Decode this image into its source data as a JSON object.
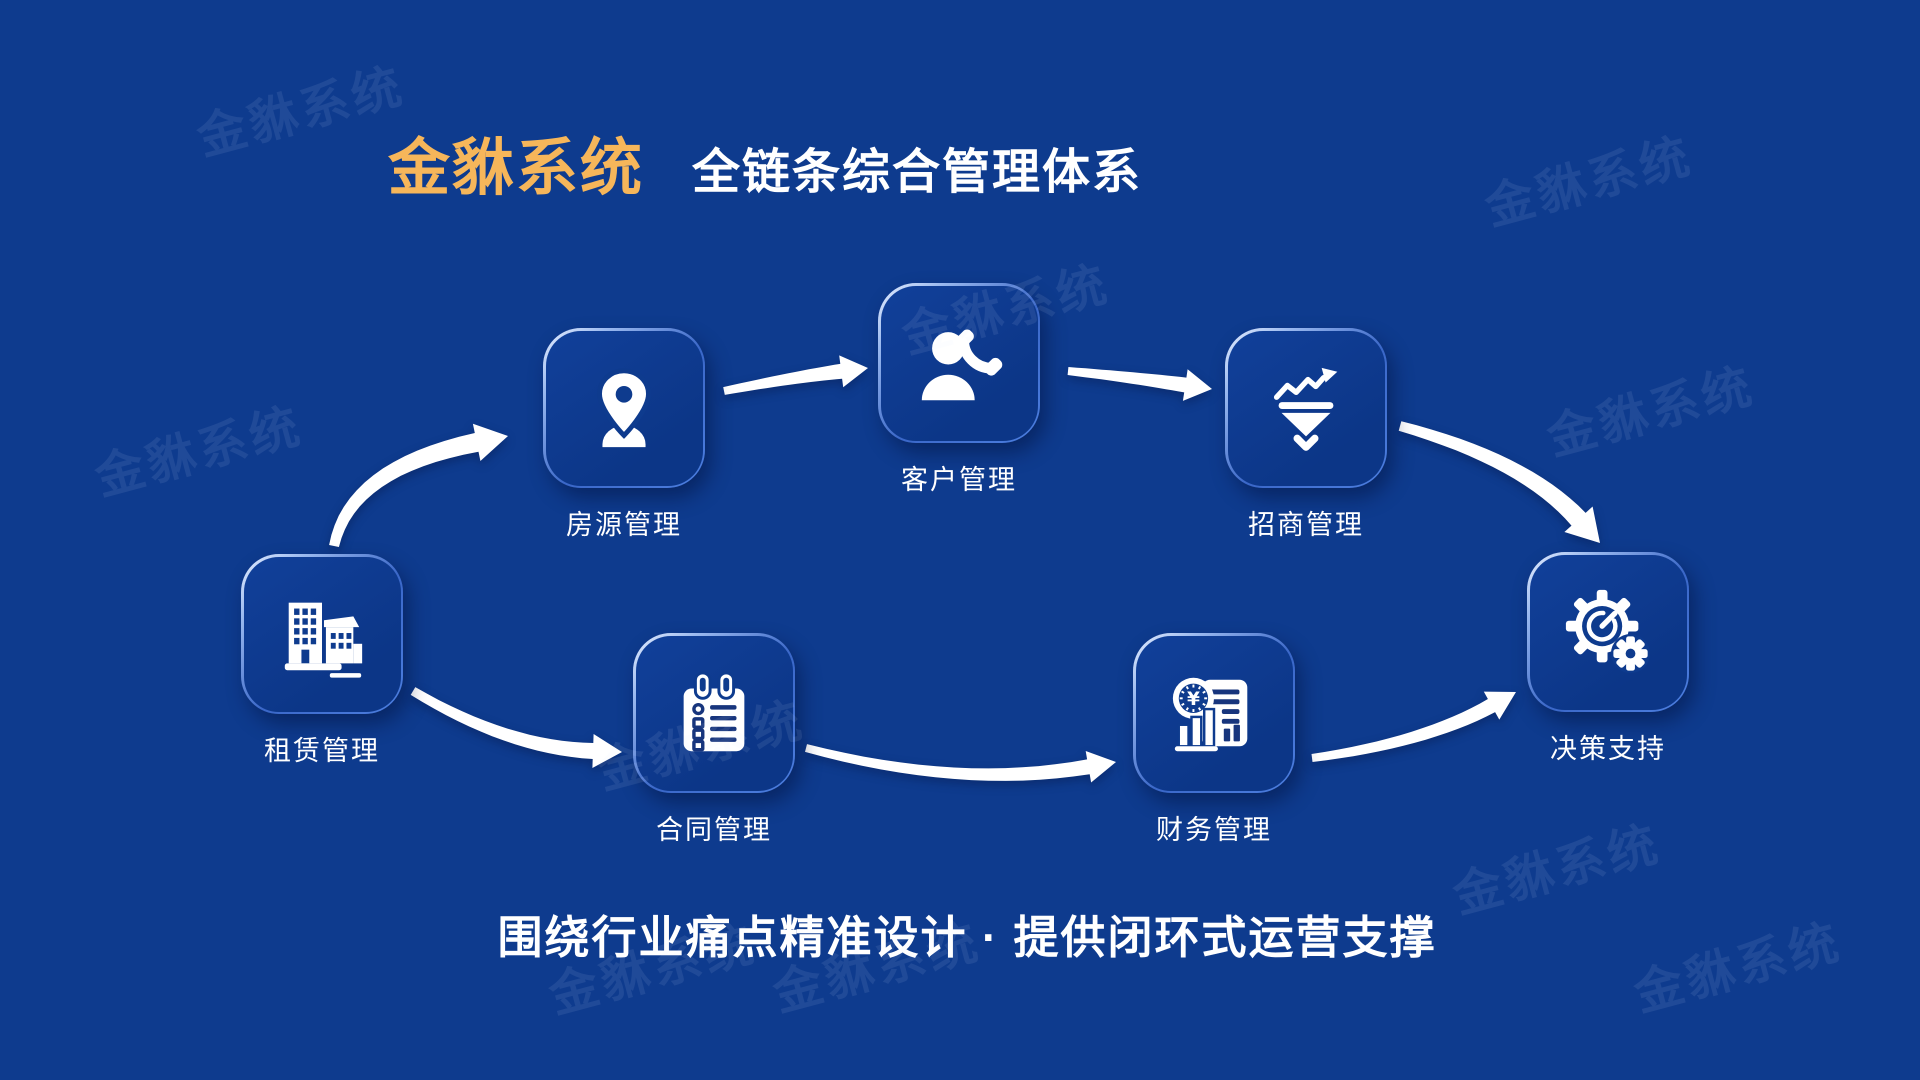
{
  "header": {
    "brand": "金貅系统",
    "subtitle": "全链条综合管理体系"
  },
  "nodes": [
    {
      "label": "租赁管理",
      "icon": "building-icon"
    },
    {
      "label": "房源管理",
      "icon": "location-pin-person-icon"
    },
    {
      "label": "客户管理",
      "icon": "customer-phone-icon"
    },
    {
      "label": "招商管理",
      "icon": "funnel-trend-icon"
    },
    {
      "label": "合同管理",
      "icon": "contract-checklist-icon"
    },
    {
      "label": "财务管理",
      "icon": "finance-yuan-chart-icon"
    },
    {
      "label": "决策支持",
      "icon": "gauge-gear-icon"
    }
  ],
  "tagline": "围绕行业痛点精准设计 · 提供闭环式运营支撑",
  "watermark_text": "金貅系统",
  "colors": {
    "background": "#0e3b8e",
    "brand_gold": "#f6b65a",
    "text_white": "#ffffff",
    "icon_white": "#ffffff",
    "icon_navy": "#17357d",
    "node_border_light": "#e8f0ff",
    "node_border_dark": "#2356c0"
  }
}
